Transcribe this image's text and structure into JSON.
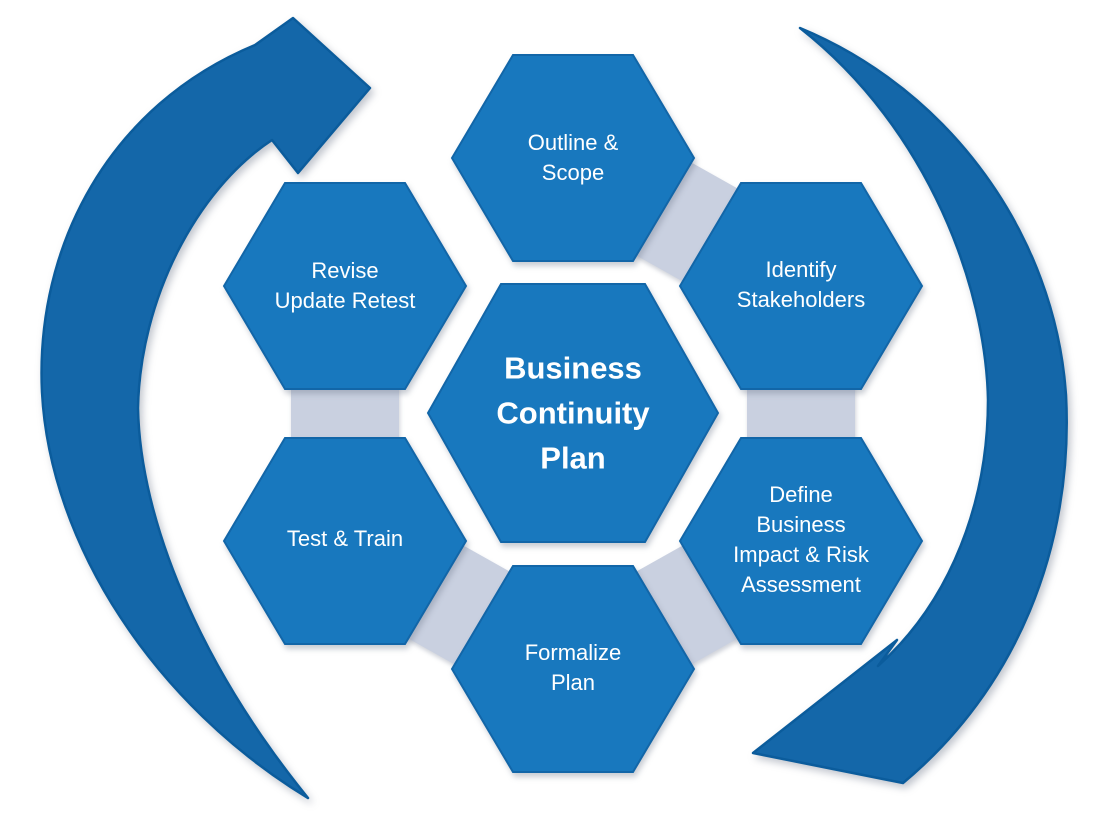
{
  "diagram": {
    "type": "cycle-diagram",
    "center": {
      "id": "business-continuity-plan",
      "label": "Business\nContinuity\nPlan"
    },
    "nodes": [
      {
        "id": "outline-scope",
        "label": "Outline &\nScope"
      },
      {
        "id": "identify-stakeholders",
        "label": "Identify\nStakeholders"
      },
      {
        "id": "define-business-impact",
        "label": "Define\nBusiness\nImpact & Risk\nAssessment"
      },
      {
        "id": "formalize-plan",
        "label": "Formalize\nPlan"
      },
      {
        "id": "test-train",
        "label": "Test & Train"
      },
      {
        "id": "revise-update-retest",
        "label": "Revise\nUpdate Retest"
      }
    ],
    "arrows": [
      {
        "name": "cycle-arrow-left",
        "direction": "clockwise"
      },
      {
        "name": "cycle-arrow-right",
        "direction": "clockwise"
      }
    ],
    "colors": {
      "hexagon": "#1878BE",
      "hexagon_edge": "#1266A8",
      "arrow": "#1467A9",
      "arrow_outline": "#0B5C9C",
      "connector": "#C9D0E0",
      "text": "#FFFFFF",
      "background": "#FFFFFF"
    }
  }
}
